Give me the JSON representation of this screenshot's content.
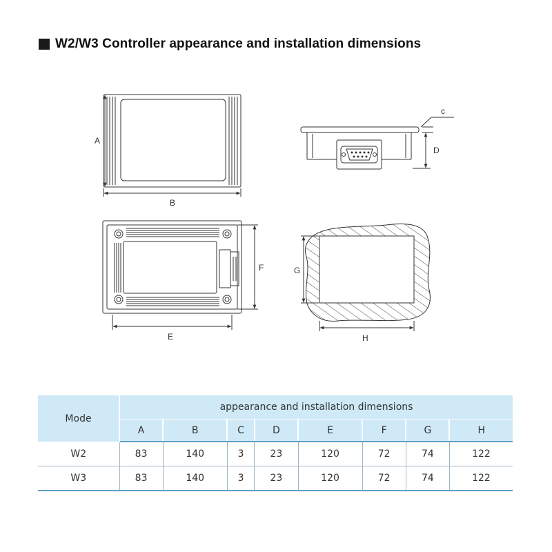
{
  "title": "W2/W3 Controller appearance and installation dimensions",
  "drawing_labels": {
    "A": "A",
    "B": "B",
    "C": "c",
    "D": "D",
    "E": "E",
    "F": "F",
    "G": "G",
    "H": "H"
  },
  "table": {
    "mode_header": "Mode",
    "group_header": "appearance and installation dimensions",
    "columns": [
      "A",
      "B",
      "C",
      "D",
      "E",
      "F",
      "G",
      "H"
    ],
    "rows": [
      {
        "mode": "W2",
        "values": [
          "83",
          "140",
          "3",
          "23",
          "120",
          "72",
          "74",
          "122"
        ]
      },
      {
        "mode": "W3",
        "values": [
          "83",
          "140",
          "3",
          "23",
          "120",
          "72",
          "74",
          "122"
        ]
      }
    ]
  },
  "colors": {
    "header_bg": "#cfe9f7",
    "rule": "#5f9fc6",
    "line": "#333333"
  }
}
